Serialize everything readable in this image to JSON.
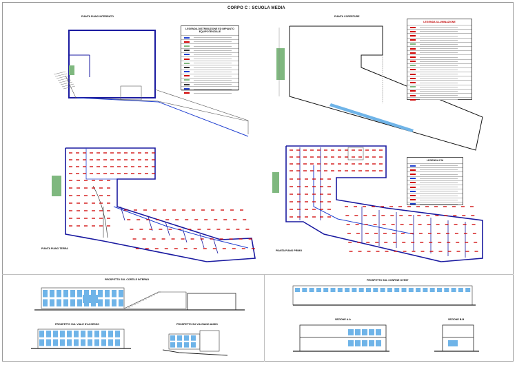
{
  "sheet": {
    "title": "CORPO C : SCUOLA MEDIA"
  },
  "plans": {
    "interrato": "PIANTA PIANO INTERRATO",
    "coperture": "PIANTA COPERTURE",
    "terra": "PIANTA PIANO TERRA",
    "primo": "PIANTA PIANO PRIMO"
  },
  "legend_impianto": {
    "title": "LEGENDA DISTRIBUZIONE ED IMPIANTO EQUIPOTENZIALE",
    "rows": [
      "",
      "",
      "",
      "",
      "",
      "",
      "",
      "",
      "",
      "",
      "",
      "",
      "",
      ""
    ]
  },
  "legend_illuminazione": {
    "title": "LEGENDA ILLUMINAZIONE",
    "rows": [
      "",
      "",
      "",
      "",
      "",
      "",
      "",
      "",
      "",
      "",
      "",
      "",
      "",
      "",
      "",
      "",
      "",
      ""
    ]
  },
  "legend_fm": {
    "title": "LEGENDA F.M",
    "rows": [
      "",
      "",
      "",
      "",
      "",
      "",
      "",
      "",
      "",
      ""
    ]
  },
  "elevations": {
    "cortile": "PROSPETTO SUL CORTILE INTERNO",
    "viale": "PROSPETTO SUL VIALE D'ACCESSO",
    "via_giano": "PROSPETTO SU VIA GIANO ANSIO",
    "confine": "PROSPETTO SUL CONFINE OVEST",
    "sez_aa": "SEZIONE A-A",
    "sez_bb": "SEZIONE B-B"
  },
  "colors": {
    "wall": "#1a1aa0",
    "fixture": "#d00000",
    "cable": "#1f3fd0",
    "glass": "#6fb4e8",
    "green": "#7fb87f"
  }
}
